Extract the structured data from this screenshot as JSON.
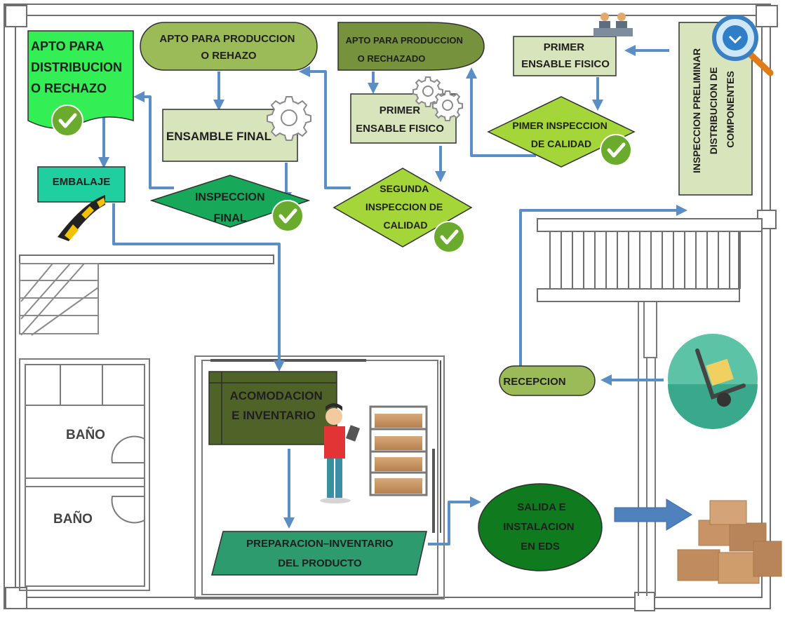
{
  "diagram": {
    "nodes": {
      "apto_distribucion": "APTO PARA\nDISTRIBUCION\nO RECHAZO",
      "apto_produccion_rehazo": "APTO PARA PRODUCCION\nO REHAZO",
      "apto_produccion_rechazado": "APTO PARA PRODUCCION\nO RECHAZADO",
      "primer_ensable_top": "PRIMER\nENSABLE FISICO",
      "ensamble_final": "ENSAMBLE FINAL",
      "primer_ensable_mid": "PRIMER\nENSABLE FISICO",
      "pimer_inspeccion": "PIMER INSPECCION\nDE CALIDAD",
      "inspeccion_preliminar": "INSPECCION PRELIMINAR\nDISTRIBUCION DE\nCOMPONENTES",
      "embalaje": "EMBALAJE",
      "inspeccion_final": "INSPECCION\nFINAL",
      "segunda_inspeccion": "SEGUNDA\nINSPECCION DE\nCALIDAD",
      "recepcion": "RECEPCION",
      "acomodacion": "ACOMODACION\nE  INVENTARIO",
      "preparacion": "PREPARACION–INVENTARIO\nDEL PRODUCTO",
      "salida": "SALIDA E\nINSTALACION\nEN EDS"
    },
    "rooms": {
      "bano_upper": "BAÑO",
      "bano_lower": "BAÑO"
    },
    "icons": [
      "check-icon",
      "gear-icon",
      "magnifier-icon",
      "workers-icon",
      "speed-bump-icon",
      "hand-truck-icon",
      "worker-tablet-icon",
      "shelf-boxes-icon",
      "boxes-pile-icon",
      "big-arrow-icon"
    ],
    "colors": {
      "flow_arrow": "#5b8ec4",
      "check_green": "#6aaa2c",
      "olive": "#9bbb59",
      "pale_green": "#d8e4bc",
      "dark_olive": "#76923c",
      "bright_green": "#33ee55",
      "teal": "#1fcf9f",
      "mid_green": "#18a85a",
      "lime": "#a4d63a",
      "very_dark_olive": "#4f6228",
      "sea_green": "#2e9b6e",
      "dark_green": "#0f7a1e",
      "walls": "#6e6e6e"
    }
  }
}
